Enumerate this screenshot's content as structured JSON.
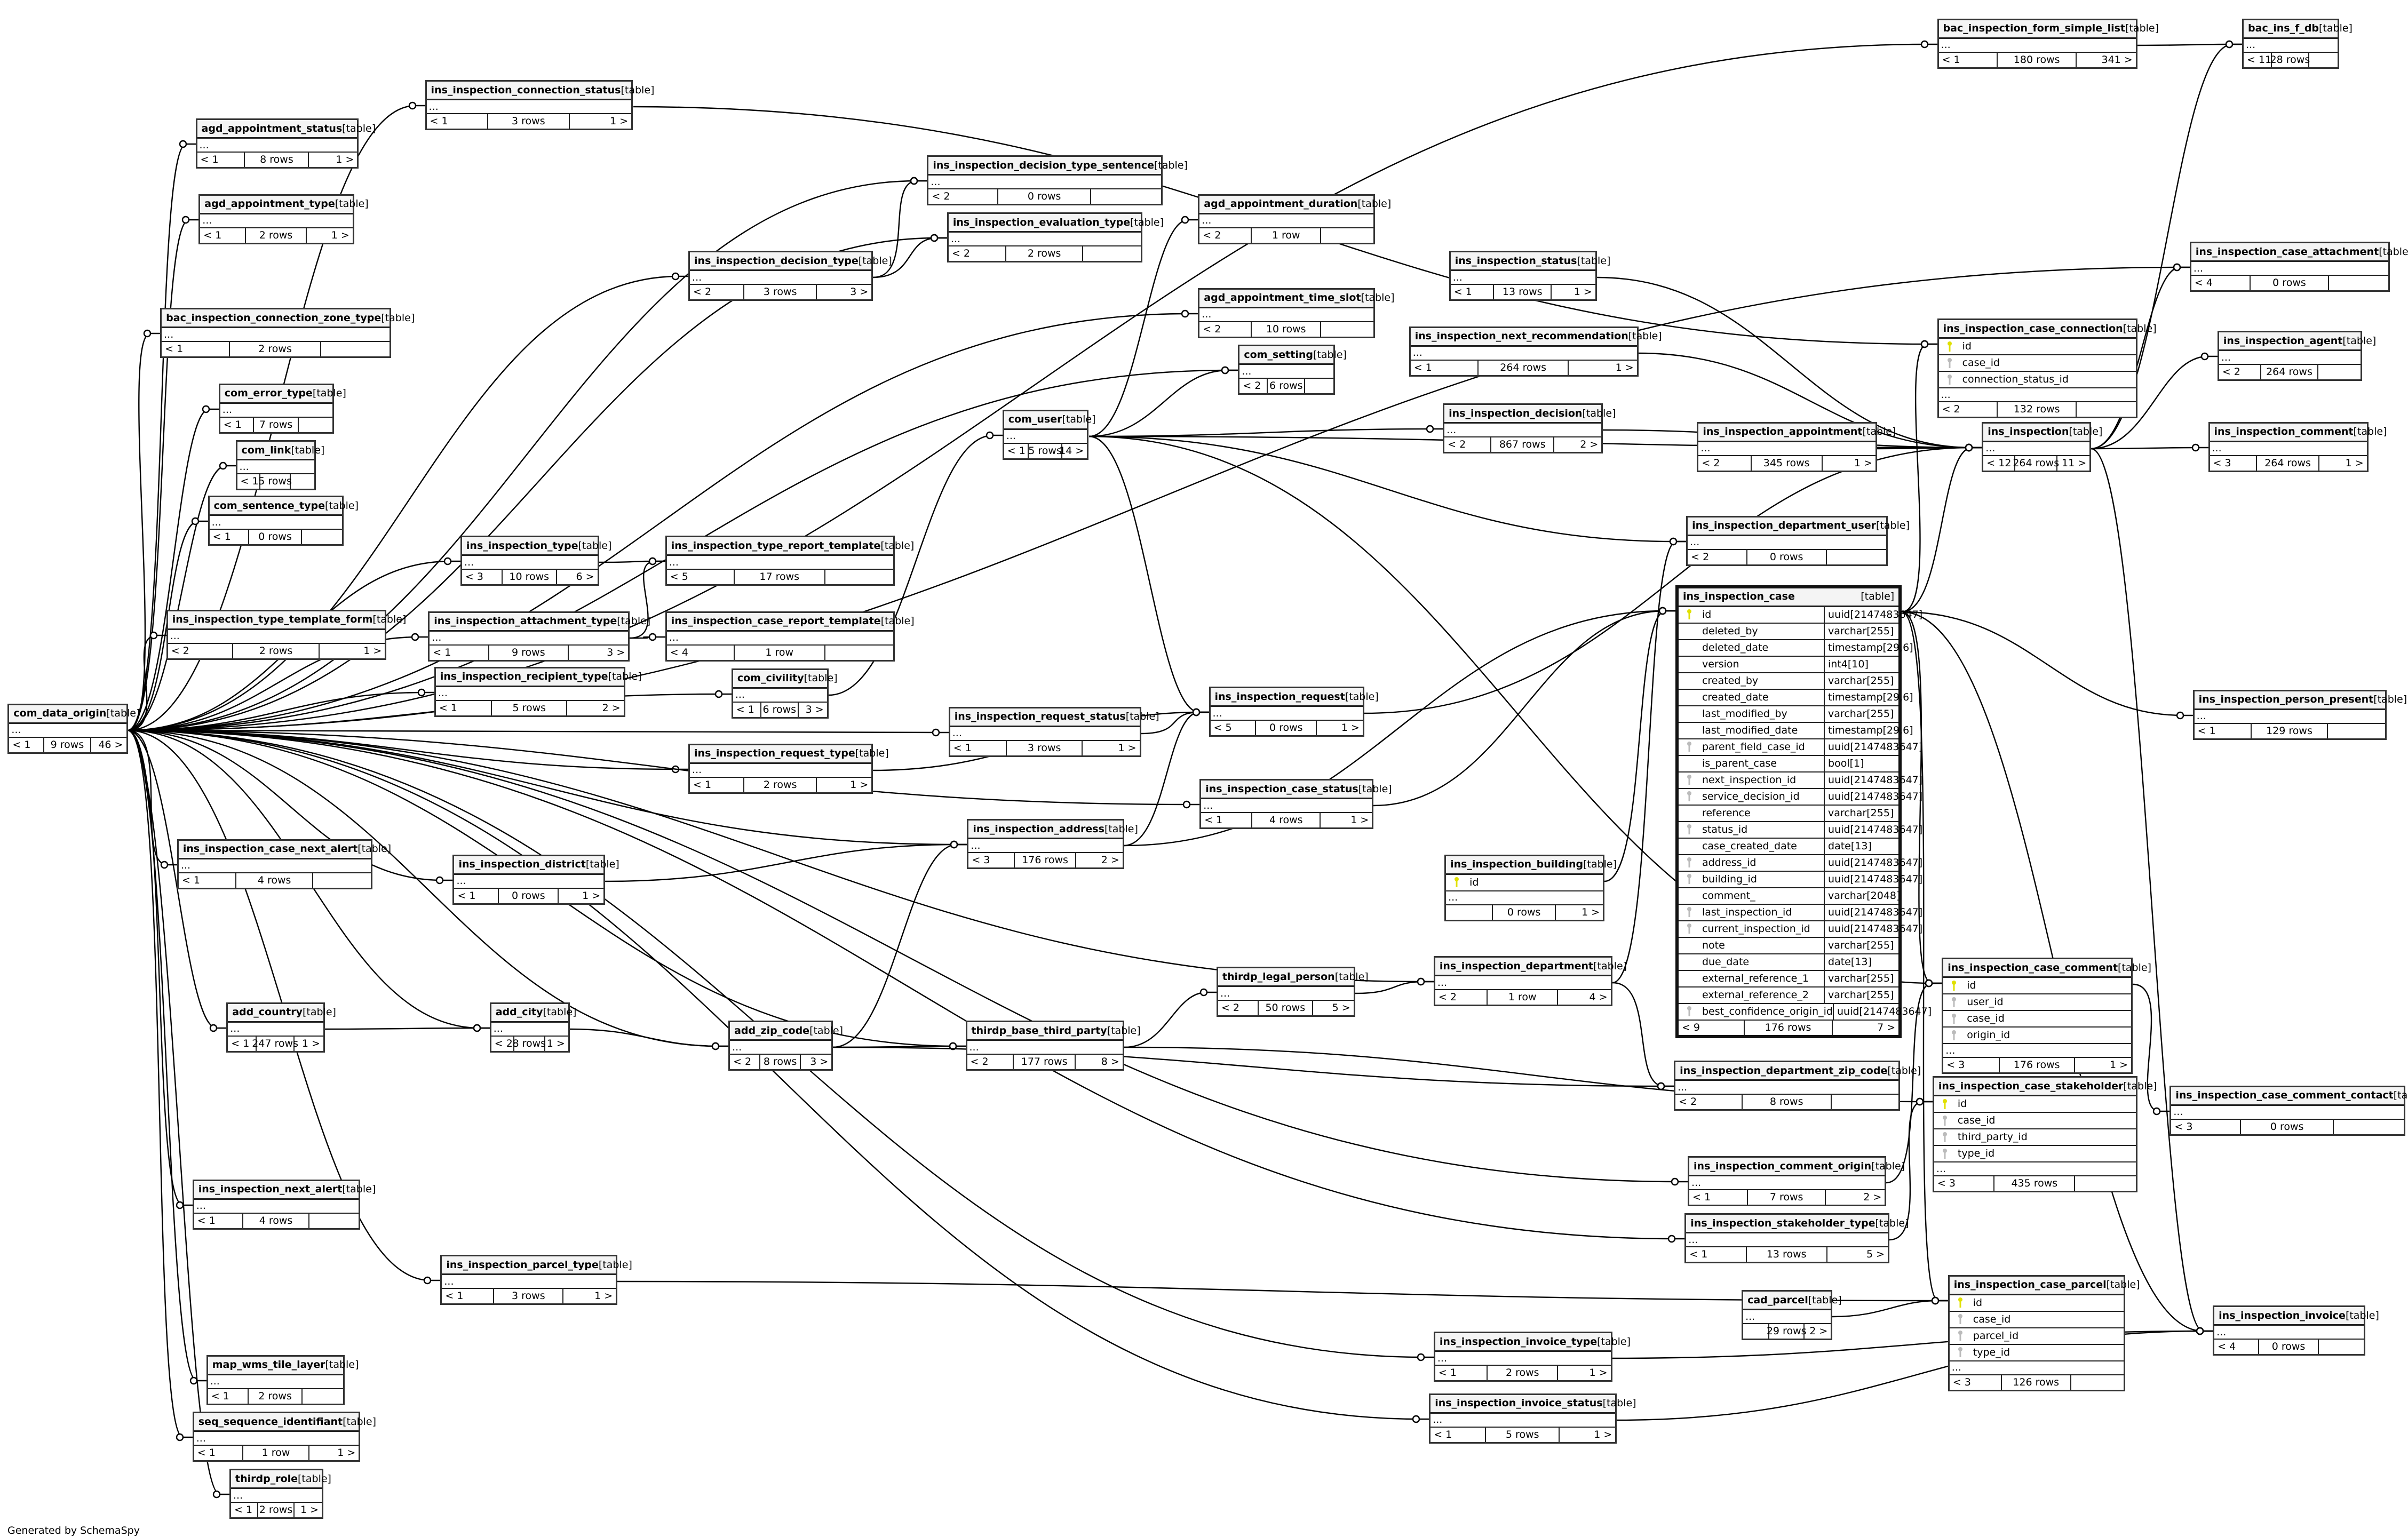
{
  "labels": {
    "table_tag": "[table]",
    "ellipsis": "...",
    "footer": "Generated by SchemaSpy"
  },
  "colors": {
    "primary_key": "#e0e000",
    "foreign_key": "#bbbbbb",
    "header_bg": "#f4f4f4"
  },
  "tables": [
    {
      "name": "bac_inspection_form_simple_list",
      "more": true,
      "footer": [
        "< 1",
        "180 rows",
        "341 >"
      ]
    },
    {
      "name": "bac_ins_f_db",
      "more": true,
      "footer": [
        "< 11",
        "28 rows",
        ""
      ]
    },
    {
      "name": "ins_inspection_connection_status",
      "more": true,
      "footer": [
        "< 1",
        "3 rows",
        "1 >"
      ]
    },
    {
      "name": "agd_appointment_status",
      "more": true,
      "footer": [
        "< 1",
        "8 rows",
        "1 >"
      ]
    },
    {
      "name": "ins_inspection_decision_type_sentence",
      "more": true,
      "footer": [
        "< 2",
        "0 rows",
        ""
      ]
    },
    {
      "name": "agd_appointment_type",
      "more": true,
      "footer": [
        "< 1",
        "2 rows",
        "1 >"
      ]
    },
    {
      "name": "ins_inspection_evaluation_type",
      "more": true,
      "footer": [
        "< 2",
        "2 rows",
        ""
      ]
    },
    {
      "name": "agd_appointment_duration",
      "more": true,
      "footer": [
        "< 2",
        "1 row",
        ""
      ]
    },
    {
      "name": "ins_inspection_decision_type",
      "more": true,
      "footer": [
        "< 2",
        "3 rows",
        "3 >"
      ]
    },
    {
      "name": "ins_inspection_status",
      "more": true,
      "footer": [
        "< 1",
        "13 rows",
        "1 >"
      ]
    },
    {
      "name": "ins_inspection_case_attachment",
      "more": true,
      "footer": [
        "< 4",
        "0 rows",
        ""
      ]
    },
    {
      "name": "agd_appointment_time_slot",
      "more": true,
      "footer": [
        "< 2",
        "10 rows",
        ""
      ]
    },
    {
      "name": "bac_inspection_connection_zone_type",
      "more": true,
      "footer": [
        "< 1",
        "2 rows",
        ""
      ]
    },
    {
      "name": "ins_inspection_next_recommendation",
      "more": true,
      "footer": [
        "< 1",
        "264 rows",
        "1 >"
      ]
    },
    {
      "name": "ins_inspection_case_connection",
      "columns": [
        {
          "name": "id",
          "key": "pk"
        },
        {
          "name": "case_id",
          "key": "fk"
        },
        {
          "name": "connection_status_id",
          "key": "fk"
        }
      ],
      "more": true,
      "footer": [
        "< 2",
        "132 rows",
        ""
      ]
    },
    {
      "name": "ins_inspection_agent",
      "more": true,
      "footer": [
        "< 2",
        "264 rows",
        ""
      ]
    },
    {
      "name": "com_setting",
      "more": true,
      "footer": [
        "< 2",
        "6 rows",
        ""
      ]
    },
    {
      "name": "com_error_type",
      "more": true,
      "footer": [
        "< 1",
        "7 rows",
        ""
      ]
    },
    {
      "name": "ins_inspection_decision",
      "more": true,
      "footer": [
        "< 2",
        "867 rows",
        "2 >"
      ]
    },
    {
      "name": "com_user",
      "more": true,
      "footer": [
        "< 1",
        "5 rows",
        "14 >"
      ]
    },
    {
      "name": "ins_inspection_appointment",
      "more": true,
      "footer": [
        "< 2",
        "345 rows",
        "1 >"
      ]
    },
    {
      "name": "ins_inspection",
      "more": true,
      "footer": [
        "< 12",
        "264 rows",
        "11 >"
      ]
    },
    {
      "name": "ins_inspection_comment",
      "more": true,
      "footer": [
        "< 3",
        "264 rows",
        "1 >"
      ]
    },
    {
      "name": "com_link",
      "more": true,
      "footer": [
        "< 1",
        "5 rows",
        ""
      ]
    },
    {
      "name": "com_sentence_type",
      "more": true,
      "footer": [
        "< 1",
        "0 rows",
        ""
      ]
    },
    {
      "name": "ins_inspection_department_user",
      "more": true,
      "footer": [
        "< 2",
        "0 rows",
        ""
      ]
    },
    {
      "name": "ins_inspection_type",
      "more": true,
      "footer": [
        "< 3",
        "10 rows",
        "6 >"
      ]
    },
    {
      "name": "ins_inspection_type_report_template",
      "more": true,
      "footer": [
        "< 5",
        "17 rows",
        ""
      ]
    },
    {
      "name": "ins_inspection_case",
      "big": true,
      "more": false,
      "columns": [
        {
          "name": "id",
          "type": "uuid[2147483647]",
          "key": "pk"
        },
        {
          "name": "deleted_by",
          "type": "varchar[255]",
          "key": ""
        },
        {
          "name": "deleted_date",
          "type": "timestamp[29,6]",
          "key": ""
        },
        {
          "name": "version",
          "type": "int4[10]",
          "key": ""
        },
        {
          "name": "created_by",
          "type": "varchar[255]",
          "key": ""
        },
        {
          "name": "created_date",
          "type": "timestamp[29,6]",
          "key": ""
        },
        {
          "name": "last_modified_by",
          "type": "varchar[255]",
          "key": ""
        },
        {
          "name": "last_modified_date",
          "type": "timestamp[29,6]",
          "key": ""
        },
        {
          "name": "parent_field_case_id",
          "type": "uuid[2147483647]",
          "key": "fk"
        },
        {
          "name": "is_parent_case",
          "type": "bool[1]",
          "key": ""
        },
        {
          "name": "next_inspection_id",
          "type": "uuid[2147483647]",
          "key": "fk"
        },
        {
          "name": "service_decision_id",
          "type": "uuid[2147483647]",
          "key": "fk"
        },
        {
          "name": "reference",
          "type": "varchar[255]",
          "key": ""
        },
        {
          "name": "status_id",
          "type": "uuid[2147483647]",
          "key": "fk"
        },
        {
          "name": "case_created_date",
          "type": "date[13]",
          "key": ""
        },
        {
          "name": "address_id",
          "type": "uuid[2147483647]",
          "key": "fk"
        },
        {
          "name": "building_id",
          "type": "uuid[2147483647]",
          "key": "fk"
        },
        {
          "name": "comment_",
          "type": "varchar[2048]",
          "key": ""
        },
        {
          "name": "last_inspection_id",
          "type": "uuid[2147483647]",
          "key": "fk"
        },
        {
          "name": "current_inspection_id",
          "type": "uuid[2147483647]",
          "key": "fk"
        },
        {
          "name": "note",
          "type": "varchar[255]",
          "key": ""
        },
        {
          "name": "due_date",
          "type": "date[13]",
          "key": ""
        },
        {
          "name": "external_reference_1",
          "type": "varchar[255]",
          "key": ""
        },
        {
          "name": "external_reference_2",
          "type": "varchar[255]",
          "key": ""
        },
        {
          "name": "best_confidence_origin_id",
          "type": "uuid[2147483647]",
          "key": "fk"
        }
      ],
      "footer": [
        "< 9",
        "176 rows",
        "7 >"
      ]
    },
    {
      "name": "ins_inspection_type_template_form",
      "more": true,
      "footer": [
        "< 2",
        "2 rows",
        "1 >"
      ]
    },
    {
      "name": "ins_inspection_attachment_type",
      "more": true,
      "footer": [
        "< 1",
        "9 rows",
        "3 >"
      ]
    },
    {
      "name": "ins_inspection_case_report_template",
      "more": true,
      "footer": [
        "< 4",
        "1 row",
        ""
      ]
    },
    {
      "name": "ins_inspection_recipient_type",
      "more": true,
      "footer": [
        "< 1",
        "5 rows",
        "2 >"
      ]
    },
    {
      "name": "com_civility",
      "more": true,
      "footer": [
        "< 1",
        "6 rows",
        "3 >"
      ]
    },
    {
      "name": "ins_inspection_request",
      "more": true,
      "footer": [
        "< 5",
        "0 rows",
        "1 >"
      ]
    },
    {
      "name": "ins_inspection_person_present",
      "more": true,
      "footer": [
        "< 1",
        "129 rows",
        ""
      ]
    },
    {
      "name": "com_data_origin",
      "more": true,
      "footer": [
        "< 1",
        "9 rows",
        "46 >"
      ]
    },
    {
      "name": "ins_inspection_request_status",
      "more": true,
      "footer": [
        "< 1",
        "3 rows",
        "1 >"
      ]
    },
    {
      "name": "ins_inspection_request_type",
      "more": true,
      "footer": [
        "< 1",
        "2 rows",
        "1 >"
      ]
    },
    {
      "name": "ins_inspection_case_status",
      "more": true,
      "footer": [
        "< 1",
        "4 rows",
        "1 >"
      ]
    },
    {
      "name": "ins_inspection_address",
      "more": true,
      "footer": [
        "< 3",
        "176 rows",
        "2 >"
      ]
    },
    {
      "name": "ins_inspection_case_next_alert",
      "more": true,
      "footer": [
        "< 1",
        "4 rows",
        ""
      ]
    },
    {
      "name": "ins_inspection_district",
      "more": true,
      "footer": [
        "< 1",
        "0 rows",
        "1 >"
      ]
    },
    {
      "name": "ins_inspection_building",
      "columns": [
        {
          "name": "id",
          "key": "pk"
        }
      ],
      "more": true,
      "footer": [
        "",
        "0 rows",
        "1 >"
      ]
    },
    {
      "name": "ins_inspection_department",
      "more": true,
      "footer": [
        "< 2",
        "1 row",
        "4 >"
      ]
    },
    {
      "name": "thirdp_legal_person",
      "more": true,
      "footer": [
        "< 2",
        "50 rows",
        "5 >"
      ]
    },
    {
      "name": "ins_inspection_case_comment",
      "columns": [
        {
          "name": "id",
          "key": "pk"
        },
        {
          "name": "user_id",
          "key": "fk"
        },
        {
          "name": "case_id",
          "key": "fk"
        },
        {
          "name": "origin_id",
          "key": "fk"
        }
      ],
      "more": true,
      "footer": [
        "< 3",
        "176 rows",
        "1 >"
      ]
    },
    {
      "name": "add_country",
      "more": true,
      "footer": [
        "< 1",
        "247 rows",
        "1 >"
      ]
    },
    {
      "name": "add_city",
      "more": true,
      "footer": [
        "< 2",
        "8 rows",
        "1 >"
      ]
    },
    {
      "name": "add_zip_code",
      "more": true,
      "footer": [
        "< 2",
        "8 rows",
        "3 >"
      ]
    },
    {
      "name": "thirdp_base_third_party",
      "more": true,
      "footer": [
        "< 2",
        "177 rows",
        "8 >"
      ]
    },
    {
      "name": "ins_inspection_department_zip_code",
      "more": true,
      "footer": [
        "< 2",
        "8 rows",
        ""
      ]
    },
    {
      "name": "ins_inspection_case_stakeholder",
      "columns": [
        {
          "name": "id",
          "key": "pk"
        },
        {
          "name": "case_id",
          "key": "fk"
        },
        {
          "name": "third_party_id",
          "key": "fk"
        },
        {
          "name": "type_id",
          "key": "fk"
        }
      ],
      "more": true,
      "footer": [
        "< 3",
        "435 rows",
        ""
      ]
    },
    {
      "name": "ins_inspection_case_comment_contact",
      "more": true,
      "footer": [
        "< 3",
        "0 rows",
        ""
      ]
    },
    {
      "name": "ins_inspection_comment_origin",
      "more": true,
      "footer": [
        "< 1",
        "7 rows",
        "2 >"
      ]
    },
    {
      "name": "ins_inspection_next_alert",
      "more": true,
      "footer": [
        "< 1",
        "4 rows",
        ""
      ]
    },
    {
      "name": "ins_inspection_stakeholder_type",
      "more": true,
      "footer": [
        "< 1",
        "13 rows",
        "5 >"
      ]
    },
    {
      "name": "ins_inspection_parcel_type",
      "more": true,
      "footer": [
        "< 1",
        "3 rows",
        "1 >"
      ]
    },
    {
      "name": "ins_inspection_case_parcel",
      "columns": [
        {
          "name": "id",
          "key": "pk"
        },
        {
          "name": "case_id",
          "key": "fk"
        },
        {
          "name": "parcel_id",
          "key": "fk"
        },
        {
          "name": "type_id",
          "key": "fk"
        }
      ],
      "more": true,
      "footer": [
        "< 3",
        "126 rows",
        ""
      ]
    },
    {
      "name": "cad_parcel",
      "more": true,
      "footer": [
        "",
        "29 rows",
        "2 >"
      ]
    },
    {
      "name": "ins_inspection_invoice",
      "more": true,
      "footer": [
        "< 4",
        "0 rows",
        ""
      ]
    },
    {
      "name": "ins_inspection_invoice_type",
      "more": true,
      "footer": [
        "< 1",
        "2 rows",
        "1 >"
      ]
    },
    {
      "name": "map_wms_tile_layer",
      "more": true,
      "footer": [
        "< 1",
        "2 rows",
        ""
      ]
    },
    {
      "name": "seq_sequence_identifiant",
      "more": true,
      "footer": [
        "< 1",
        "1 row",
        "1 >"
      ]
    },
    {
      "name": "ins_inspection_invoice_status",
      "more": true,
      "footer": [
        "< 1",
        "5 rows",
        "1 >"
      ]
    },
    {
      "name": "thirdp_role",
      "more": true,
      "footer": [
        "< 1",
        "2 rows",
        "1 >"
      ]
    }
  ]
}
